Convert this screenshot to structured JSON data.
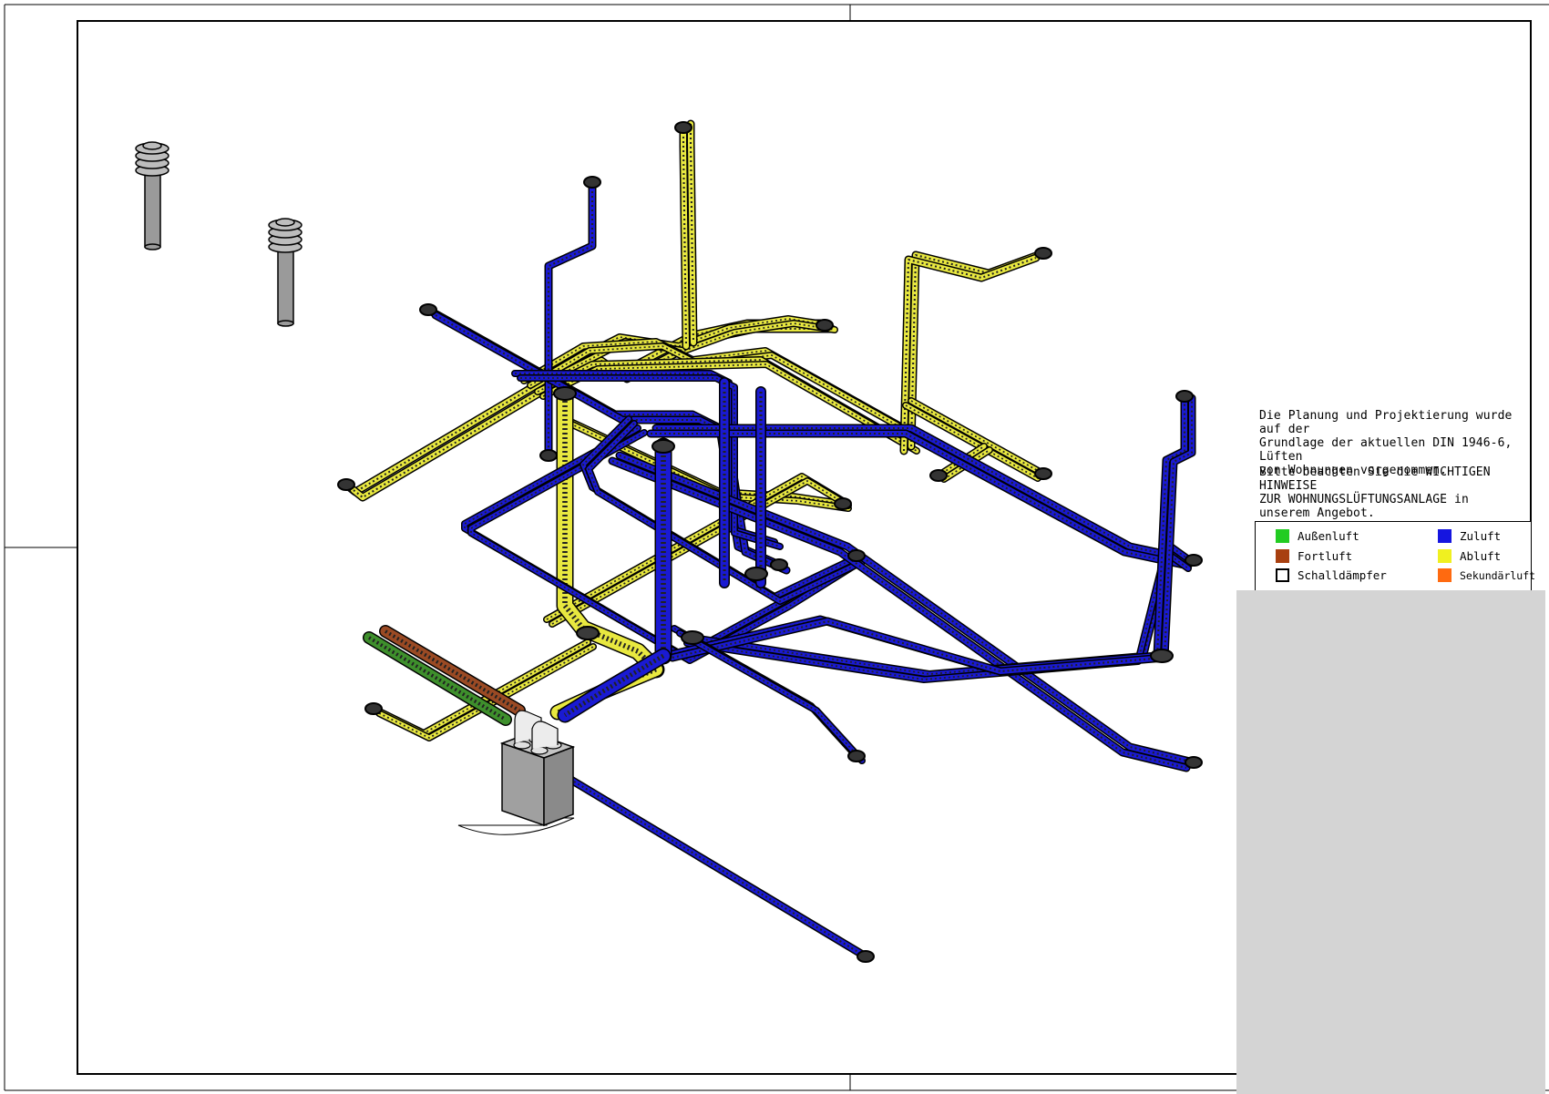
{
  "notes": {
    "planning": "Die Planung und Projektierung wurde auf der\nGrundlage der aktuellen DIN 1946-6, Lüften\nvon Wohnungen vorgenommen.",
    "hints": "Bitte beachten Sie die WICHTIGEN HINWEISE\nZUR WOHNUNGSLÜFTUNGSANLAGE in\nunserem Angebot."
  },
  "legend": [
    {
      "label": "Außenluft",
      "color": "#22cc22"
    },
    {
      "label": "Zuluft",
      "color": "#1515e0"
    },
    {
      "label": "Fortluft",
      "color": "#a84010"
    },
    {
      "label": "Abluft",
      "color": "#f0f020"
    },
    {
      "label": "Schalldämpfer",
      "color": "#ffffff"
    },
    {
      "label": "Sekundärluft",
      "color": "#ff6a10"
    }
  ],
  "colors": {
    "zuluft": "#1a1ad2",
    "abluft": "#e8e840",
    "fortluft": "#9a4a24",
    "aussenluft": "#3e8f2c",
    "device": "#9a9a9a",
    "frame": "#000000"
  }
}
